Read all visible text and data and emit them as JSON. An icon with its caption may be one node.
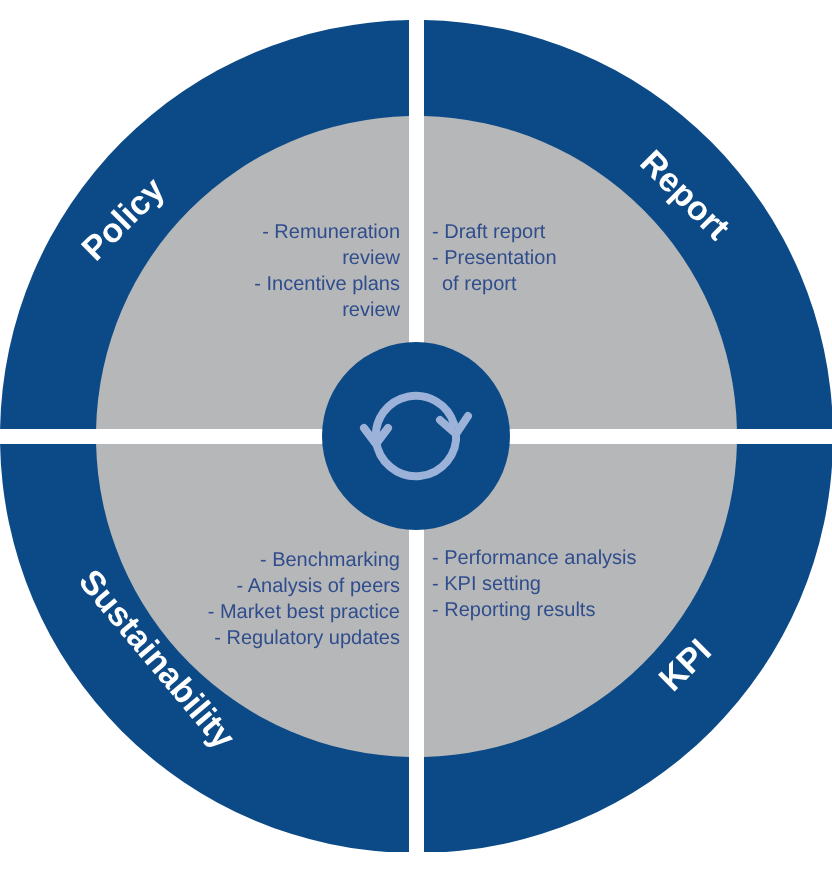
{
  "diagram": {
    "nodes": [
      {
        "text": [
          "Policy",
          "- Remuneration review",
          "- Incentive plans review"
        ]
      },
      {
        "text": [
          "Report",
          "- Draft report",
          "- Presentation of report"
        ]
      },
      {
        "text": [
          "Sustainability",
          "- Benchmarking",
          "- Analysis of peers",
          "- Market best practice",
          "- Regulatory updates"
        ]
      },
      {
        "text": [
          "KPI",
          "- Performance analysis",
          "- KPI setting",
          "- Reporting results"
        ]
      },
      {
        "text": [],
        "shape": "circle"
      }
    ]
  }
}
